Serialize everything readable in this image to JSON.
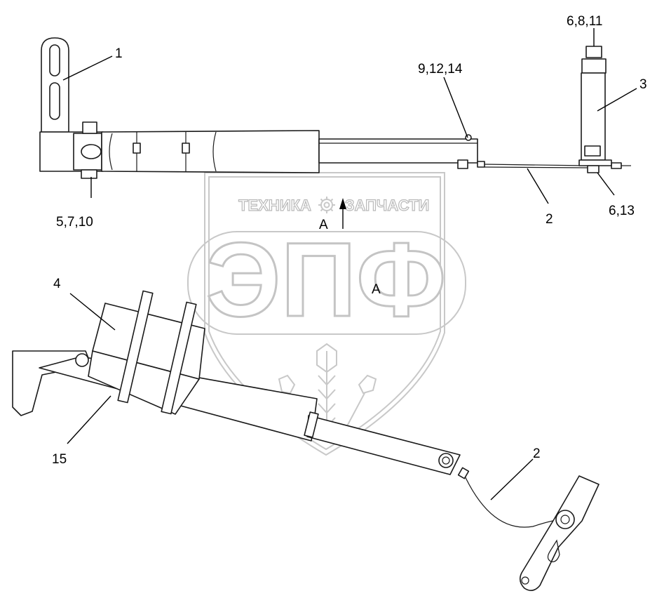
{
  "watermark": {
    "left_word": "ТЕХНИКА",
    "right_word": "ЗАПЧАСТИ",
    "big_text": "ЭПФ",
    "gear_icon": "gear-icon",
    "wheat_icon": "wheat-icon"
  },
  "callouts": {
    "part1": "1",
    "part2_top": "2",
    "part2_bottom": "2",
    "part3": "3",
    "part4": "4",
    "part15": "15",
    "group_5_7_10": "5,7,10",
    "group_6_8_11": "6,8,11",
    "group_9_12_14": "9,12,14",
    "group_6_13": "6,13"
  },
  "view_marker": {
    "arrow_label": "А",
    "view_label": "А"
  },
  "colors": {
    "line": "#1a1a1a",
    "watermark": "#c8c8c8",
    "background": "#ffffff"
  }
}
